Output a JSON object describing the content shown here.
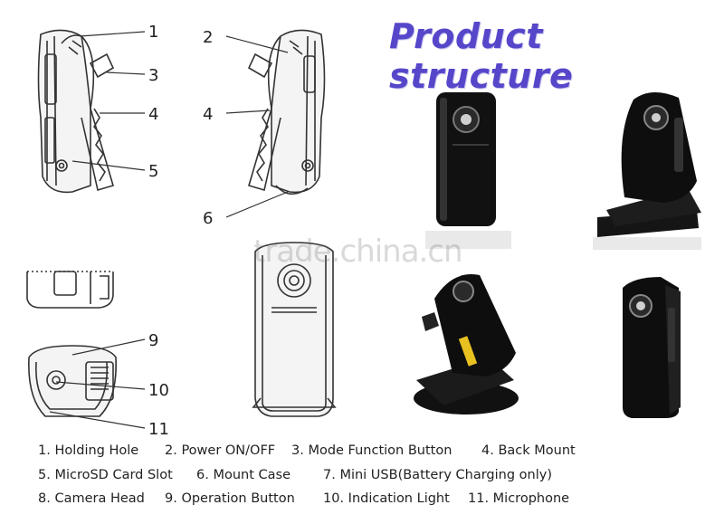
{
  "title": "Product structure",
  "watermark": "trade.china.cn",
  "callouts": [
    "1",
    "2",
    "3",
    "4",
    "4",
    "5",
    "6",
    "9",
    "10",
    "11"
  ],
  "legend": [
    [
      "1. Holding Hole",
      "2. Power ON/OFF",
      "3. Mode Function Button",
      "4. Back Mount"
    ],
    [
      "5. MicroSD Card Slot",
      "6. Mount Case",
      "7. Mini USB(Battery Charging only)"
    ],
    [
      "8. Camera Head",
      "9. Operation Button",
      "10. Indication Light",
      "11. Microphone"
    ]
  ],
  "colors": {
    "title": "#5646c9",
    "line_art": "#333333",
    "camera_body": "#111111"
  }
}
